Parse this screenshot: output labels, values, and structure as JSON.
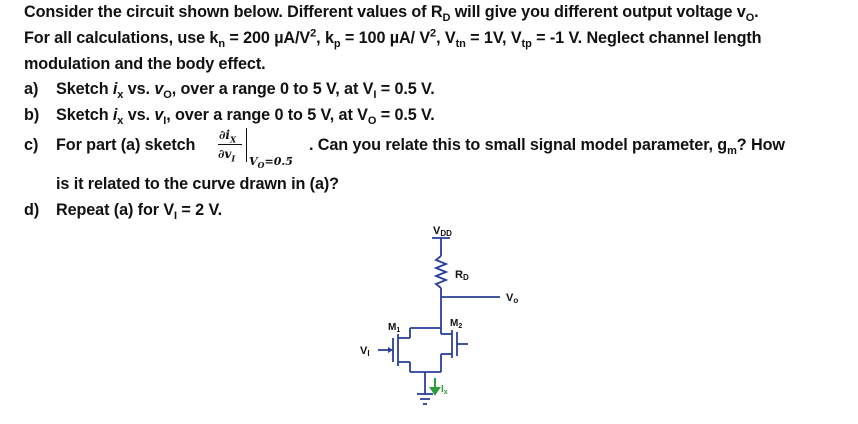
{
  "problem": {
    "line1": {
      "a": "Consider the circuit shown below. Different values of R",
      "a_sub": "D",
      "b": " will give you different output voltage v",
      "b_sub": "O",
      "c": "."
    },
    "line2": {
      "t1": "For all calculations, use k",
      "s1": "n",
      "t2": " = 200 µA/V",
      "p2": "2",
      "t3": ", k",
      "s3": "p",
      "t4": " = 100 µA/ V",
      "p4": "2",
      "t5": ", V",
      "s5": "tn",
      "t6": " = 1V, V",
      "s6": "tp",
      "t7": " = -1 V. Neglect channel length"
    },
    "line3": "modulation and the body effect.",
    "part_a": {
      "label": "a)",
      "t1": "Sketch ",
      "ix": "i",
      "ix_sub": "x",
      "t2": " vs. ",
      "vo": "v",
      "vo_sub": "O",
      "t3": ", over a range 0 to 5 V, at V",
      "vi_sub": "I",
      "t4": " = 0.5 V."
    },
    "part_b": {
      "label": "b)",
      "t1": "Sketch ",
      "ix": "i",
      "ix_sub": "x",
      "t2": " vs. ",
      "vi": "v",
      "vi_sub": "I",
      "t3": ", over a range 0 to 5 V, at V",
      "vo_sub": "O",
      "t4": " = 0.5 V."
    },
    "part_c": {
      "label": "c)",
      "t1": "For part (a) sketch ",
      "num": "∂i",
      "num_sub": "X",
      "den": "∂v",
      "den_sub": "I",
      "eval": "V",
      "eval_sub": "O",
      "eval_val": "=0.5",
      "t2": ". Can you relate this to small signal model parameter, g",
      "gm_sub": "m",
      "t3": "? How",
      "line2": "is it related to the curve drawn in (a)?"
    },
    "part_d": {
      "label": "d)",
      "t1": "Repeat (a) for V",
      "vi_sub": "I",
      "t2": " = 2 V."
    }
  },
  "circuit": {
    "vdd_label": "V",
    "vdd_sub": "DD",
    "rd_label": "R",
    "rd_sub": "D",
    "vo_label": "V",
    "vo_sub": "o",
    "m1_label": "M",
    "m1_sub": "1",
    "m2_label": "M",
    "m2_sub": "2",
    "vi_label": "V",
    "vi_sub": "I",
    "ix_label": "I",
    "ix_sub": "x",
    "wire_color": "#2a3f9a",
    "arrow_color": "#2e9d3b"
  }
}
